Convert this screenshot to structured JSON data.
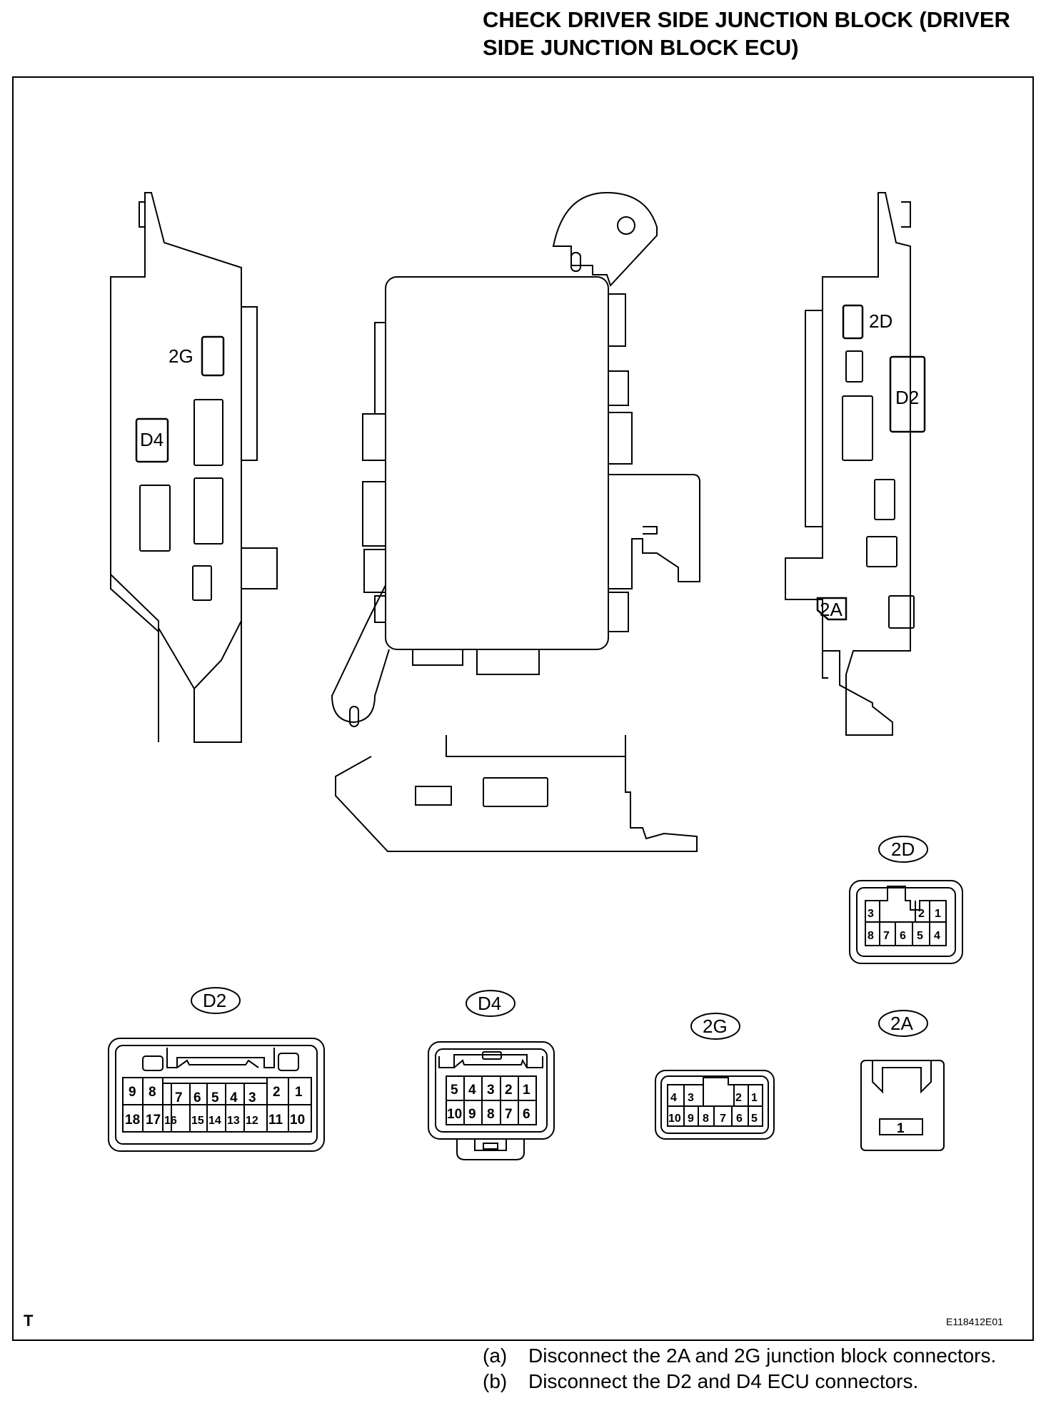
{
  "title": "CHECK DRIVER SIDE JUNCTION BLOCK (DRIVER SIDE JUNCTION BLOCK ECU)",
  "figure_code": "E118412E01",
  "corner_mark": "T",
  "labels": {
    "g2": "2G",
    "d4": "D4",
    "d2": "D2",
    "d2b": "2D",
    "a2": "2A"
  },
  "connectors": {
    "c2d": {
      "tag": "2D",
      "row1": [
        "3",
        "2",
        "1"
      ],
      "row2": [
        "8",
        "7",
        "6",
        "5",
        "4"
      ]
    },
    "cd2": {
      "tag": "D2",
      "row1": [
        "9",
        "8",
        "7",
        "6",
        "5",
        "4",
        "3",
        "2",
        "1"
      ],
      "row2": [
        "18",
        "17",
        "16",
        "15",
        "14",
        "13",
        "12",
        "11",
        "10"
      ]
    },
    "cd4": {
      "tag": "D4",
      "row1": [
        "5",
        "4",
        "3",
        "2",
        "1"
      ],
      "row2": [
        "10",
        "9",
        "8",
        "7",
        "6"
      ]
    },
    "c2g": {
      "tag": "2G",
      "row1": [
        "4",
        "3",
        "2",
        "1"
      ],
      "row2": [
        "10",
        "9",
        "8",
        "7",
        "6",
        "5"
      ]
    },
    "c2a": {
      "tag": "2A",
      "pin": "1"
    }
  },
  "steps": [
    {
      "marker": "(a)",
      "text": "Disconnect the 2A and 2G junction block connectors."
    },
    {
      "marker": "(b)",
      "text": "Disconnect the D2 and D4 ECU connectors."
    }
  ]
}
